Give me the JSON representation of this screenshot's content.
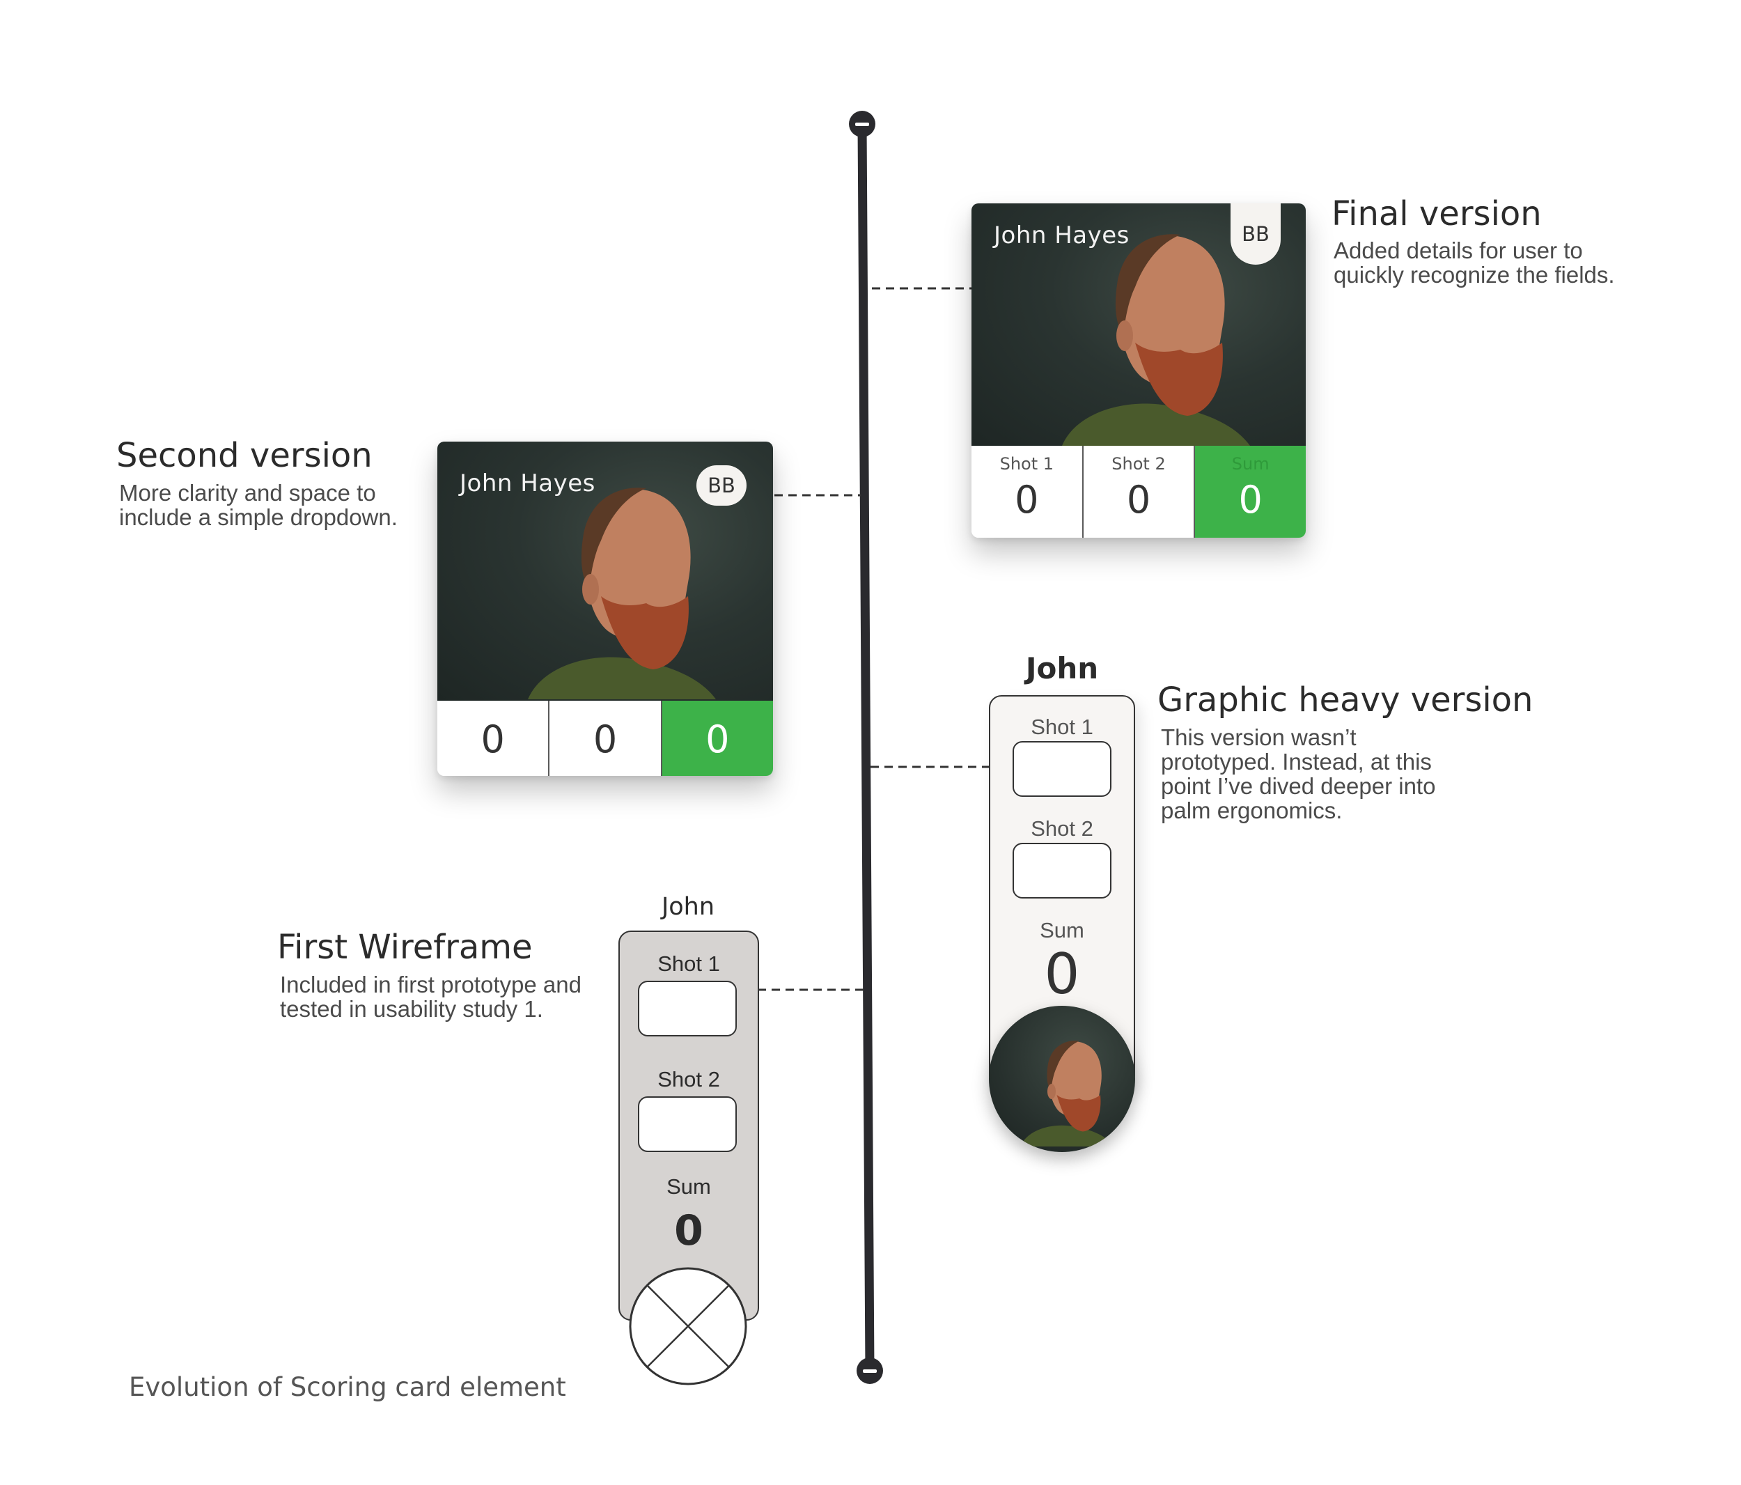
{
  "caption": "Evolution of Scoring card element",
  "colors": {
    "accent_green": "#3db249",
    "timeline": "#2a2a2e",
    "wireframe_fill": "#d6d3d1",
    "graphic_fill": "#f7f5f3"
  },
  "final_version": {
    "title": "Final version",
    "description": [
      "Added details for user to",
      "quickly recognize the fields."
    ],
    "card": {
      "name": "John Hayes",
      "badge": "BB",
      "cells": [
        {
          "label": "Shot 1",
          "value": "0"
        },
        {
          "label": "Shot 2",
          "value": "0"
        },
        {
          "label": "Sum",
          "value": "0"
        }
      ]
    }
  },
  "second_version": {
    "title": "Second version",
    "description": [
      "More clarity and space to",
      "include a simple dropdown."
    ],
    "card": {
      "name": "John Hayes",
      "badge": "BB",
      "cells": [
        {
          "value": "0"
        },
        {
          "value": "0"
        },
        {
          "value": "0"
        }
      ]
    }
  },
  "graphic_version": {
    "title": "Graphic heavy version",
    "description": [
      "This version wasn’t",
      "prototyped. Instead, at this",
      "point I’ve dived deeper into",
      "palm ergonomics."
    ],
    "card": {
      "name": "John",
      "shot1_label": "Shot 1",
      "shot2_label": "Shot 2",
      "sum_label": "Sum",
      "sum_value": "0"
    }
  },
  "first_wireframe": {
    "title": "First Wireframe",
    "description": [
      "Included in first prototype and",
      "tested in usability study 1."
    ],
    "card": {
      "name": "John",
      "shot1_label": "Shot 1",
      "shot2_label": "Shot 2",
      "sum_label": "Sum",
      "sum_value": "0"
    }
  }
}
